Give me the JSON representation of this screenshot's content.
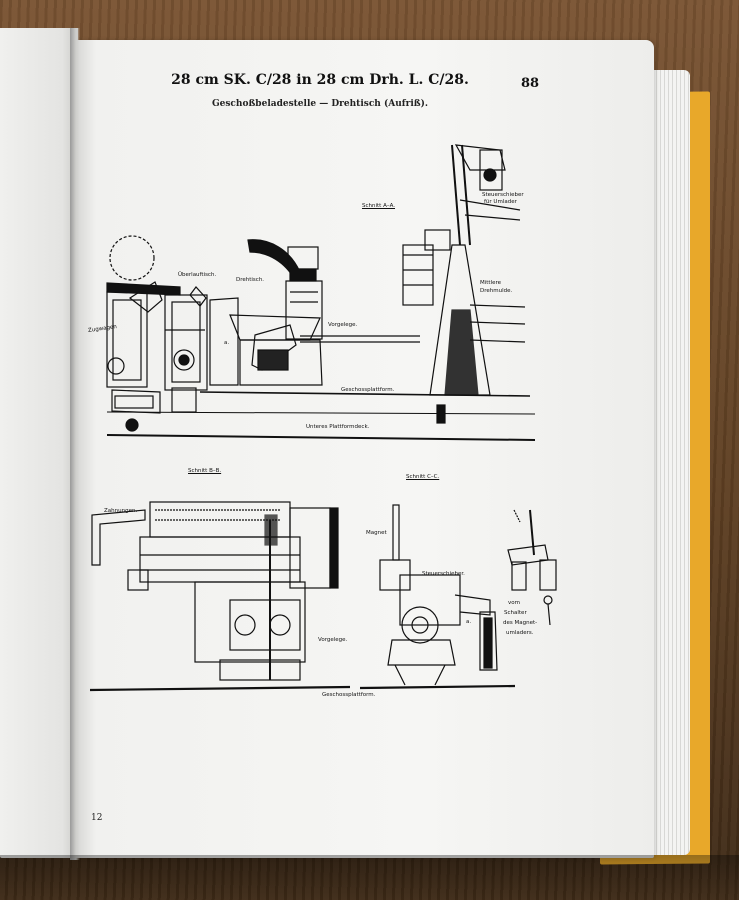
{
  "page": {
    "title": "28 cm SK. C/28 in 28 cm Drh. L. C/28.",
    "subtitle": "Geschoßbeladestelle — Drehtisch (Aufriß).",
    "page_number_top": "88",
    "page_number_bottom": "12"
  },
  "labels": {
    "schnitt_aa": "Schnitt A–A.",
    "steuerschieber_umlader_1": "Steuerschieber",
    "steuerschieber_umlader_2": "für Umlader",
    "ueberlauftisch": "Überlauftisch.",
    "drehtisch": "Drehtisch.",
    "mittlere_1": "Mittlere",
    "mittlere_2": "Drehmulde.",
    "zugwagen": "Zugwagen",
    "vorgelege_top": "Vorgelege.",
    "a_top": "a.",
    "geschossplattform_top": "Geschossplattform.",
    "unteres_plattformdeck": "Unteres Plattformdeck.",
    "schnitt_bb": "Schnitt B–B.",
    "schnitt_cc": "Schnitt C–C.",
    "zahnungen": "Zahnungen.",
    "magnet": "Magnet",
    "steuerschieber": "Steuerschieber.",
    "a_bottom": "a.",
    "vom": "vom",
    "schalter": "Schalter",
    "des_magnet": "des Magnet-",
    "umladers": "umladers.",
    "vorgelege_bottom": "Vorgelege.",
    "geschossplattform_bottom": "Geschossplattform."
  },
  "colors": {
    "paper": "#f6f6f4",
    "ink": "#111111",
    "cover": "#e8a82a",
    "table": "#6b4a2c"
  }
}
